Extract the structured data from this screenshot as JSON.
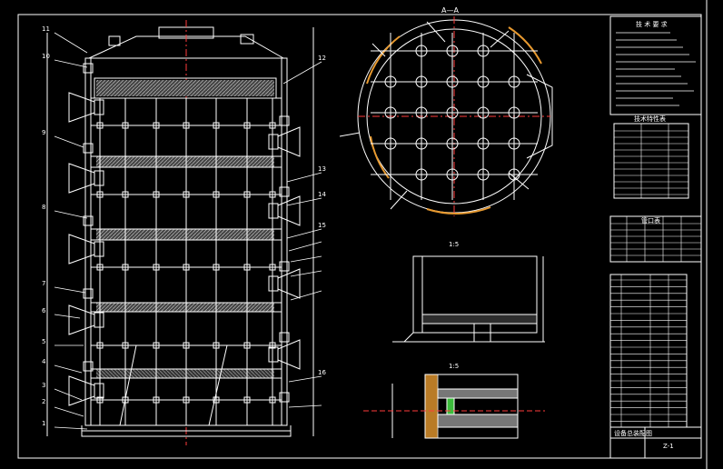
{
  "colors": {
    "background": "#000000",
    "line": "#ffffff",
    "accent_red": "#ff3b3b",
    "fill_green": "#3cbc3c",
    "fill_yellow": "#e6e600",
    "fill_orange": "#e89a30",
    "fill_cyan": "#2cc8e8"
  },
  "views": {
    "section_label": "A—A",
    "detail_1_label": "1:5",
    "detail_2_label": "1:5"
  },
  "title_block": {
    "notes_heading": "技 术 要 求",
    "table_1_heading": "技术特性表",
    "table_2_heading": "管口表",
    "drawing_title": "设备总装配图",
    "sheet_no": "Z-1"
  },
  "row_numbers": [
    "1",
    "2",
    "3",
    "4",
    "5",
    "6",
    "7",
    "8",
    "9",
    "10",
    "11",
    "12",
    "13",
    "14",
    "15",
    "16"
  ]
}
